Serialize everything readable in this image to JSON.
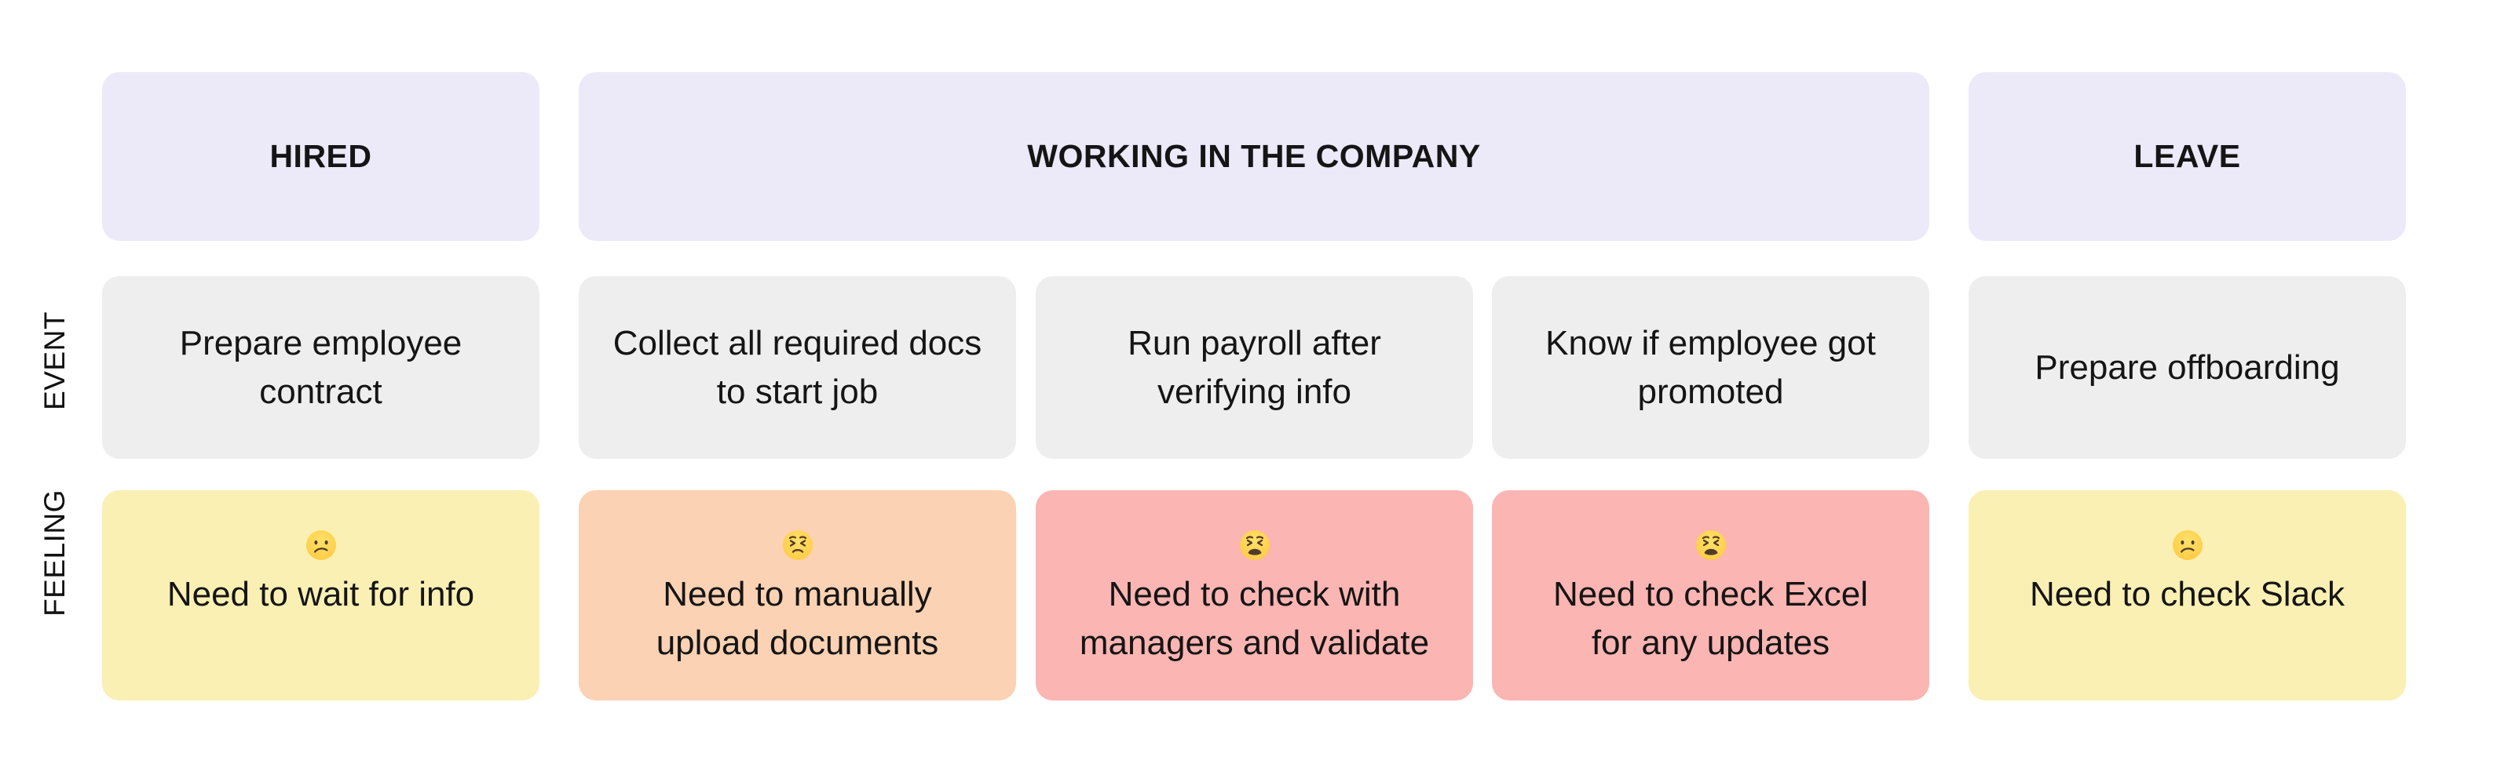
{
  "diagram": {
    "title_semantics": "employee-journey-map",
    "row_labels": {
      "event": "EVENT",
      "feeling": "FEELING"
    },
    "stages": [
      {
        "label": "HIRED"
      },
      {
        "label": "WORKING IN THE COMPANY"
      },
      {
        "label": "LEAVE"
      }
    ],
    "events": [
      {
        "text": "Prepare employee\ncontract"
      },
      {
        "text": "Collect all required docs\nto start job"
      },
      {
        "text": "Run payroll after\nverifying info"
      },
      {
        "text": "Know if employee got\npromoted"
      },
      {
        "text": "Prepare offboarding"
      }
    ],
    "feelings": [
      {
        "emoji": "😕",
        "emoji_name": "confused-face-emoji",
        "text": "Need to wait for info",
        "color": "#FAF0B4"
      },
      {
        "emoji": "😣",
        "emoji_name": "persevering-face-emoji",
        "text": "Need to manually\nupload documents",
        "color": "#FBD2B3"
      },
      {
        "emoji": "😫",
        "emoji_name": "tired-face-emoji",
        "text": "Need to check with\nmanagers and validate",
        "color": "#FBB5B2"
      },
      {
        "emoji": "😫",
        "emoji_name": "tired-face-emoji",
        "text": "Need to check Excel\nfor any updates",
        "color": "#FBB5B2"
      },
      {
        "emoji": "😕",
        "emoji_name": "confused-face-emoji",
        "text": "Need to check Slack",
        "color": "#FAF0B4"
      }
    ],
    "colors": {
      "background": "#FFFFFF",
      "stage_fill": "#ECE9F9",
      "event_fill": "#EFEEEF",
      "feeling_yellow": "#FAF0B4",
      "feeling_peach": "#FBD2B3",
      "feeling_pink": "#FBB5B2",
      "text": "#151515",
      "emoji_face": "#FFCC4D",
      "emoji_features": "#503A2C"
    }
  }
}
